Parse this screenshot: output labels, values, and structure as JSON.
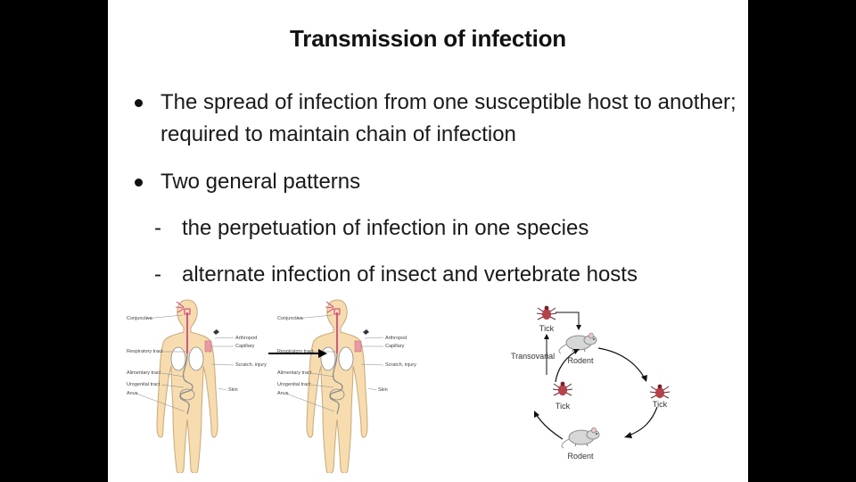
{
  "slide": {
    "title": "Transmission of infection",
    "bullets": [
      "The spread of infection from one susceptible host to another; required to maintain chain of infection",
      "Two general patterns"
    ],
    "subbullets": [
      "the perpetuation of infection in one species",
      "alternate infection of insect and vertebrate hosts"
    ],
    "dash": "-"
  },
  "body_figure": {
    "labels_left": [
      "Conjunctiva",
      "Respiratory tract",
      "Alimentary tract",
      "Urogenital tract",
      "Anus"
    ],
    "labels_right": [
      "Arthropod",
      "Capillary",
      "Scratch, injury",
      "Skin"
    ]
  },
  "cycle_figure": {
    "tick": "Tick",
    "rodent": "Rodent",
    "transovarial": "Transovarial"
  },
  "colors": {
    "background": "#000000",
    "slide": "#ffffff",
    "body_fill": "#f6dcae",
    "body_stroke": "#caa878",
    "vessel_pink": "#d0357a",
    "tick_red": "#b5434c"
  }
}
